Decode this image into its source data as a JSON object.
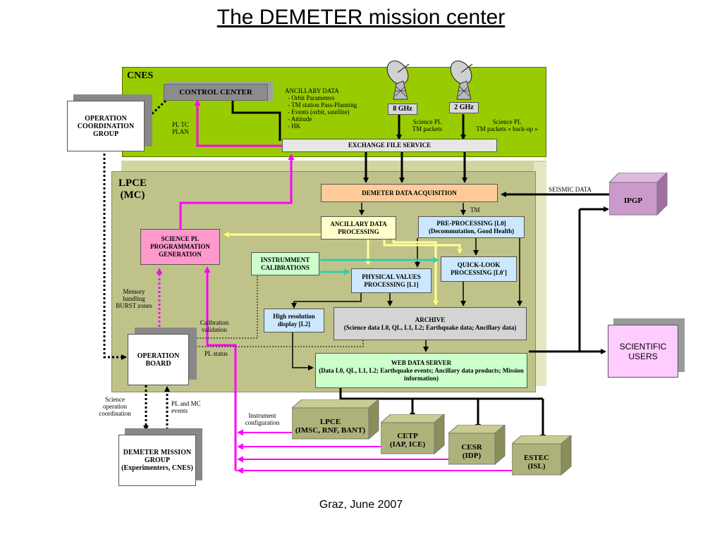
{
  "title": "The DEMETER mission center",
  "footer": "Graz, June 2007",
  "regions": {
    "cnes": "CNES",
    "lpce_line1": "LPCE",
    "lpce_line2": "(MC)"
  },
  "boxes": {
    "control_center": "CONTROL CENTER",
    "operation_coordination_group": "OPERATION COORDINATION GROUP",
    "exchange_file_service": "EXCHANGE FILE SERVICE",
    "demeter_data_acquisition": "DEMETER DATA ACQUISITION",
    "ancillary_data_processing": "ANCILLARY DATA PROCESSING",
    "pre_processing_line1": "PRE-PROCESSING [L0]",
    "pre_processing_line2": "(Decommutation, Good Health)",
    "science_pl_programmation": "SCIENCE PL PROGRAMMATION GENERATION",
    "instrumment_calibrations": "INSTRUMMENT CALIBRATIONS",
    "quick_look": "QUICK-LOOK PROCESSING [L0']",
    "physical_values": "PHYSICAL VALUES PROCESSING [L1]",
    "high_resolution_display": "High resolution display [L2]",
    "archive_line1": "ARCHIVE",
    "archive_line2": "(Science data L0, QL, L1, L2; Earthquake data; Ancillary data)",
    "operation_board": "OPERATION BOARD",
    "web_data_server_line1": "WEB DATA SERVER",
    "web_data_server_line2": "(Data L0, QL, L1, L2; Earthquake events; Ancillary data products; Mission information)",
    "demeter_mission_group_line1": "DEMETER MISSION GROUP",
    "demeter_mission_group_line2": "(Experimenters, CNES)",
    "ipgp": "IPGP",
    "scientific_users": "SCIENTIFIC USERS",
    "lpce_lab_line1": "LPCE",
    "lpce_lab_line2": "(IMSC, RNF, BANT)",
    "cetp_line1": "CETP",
    "cetp_line2": "(IAP, ICE)",
    "cesr_line1": "CESR",
    "cesr_line2": "(IDP)",
    "estec_line1": "ESTEC",
    "estec_line2": "(ISL)"
  },
  "antennas": {
    "freq_8": "8 GHz",
    "freq_2": "2 GHz"
  },
  "labels": {
    "ancillary_data": "ANCILLARY DATA",
    "ancillary_items": [
      "- Orbit Parameters",
      "- TM station Pass-Planning",
      "- Events (orbit, satellite)",
      "- Attitude",
      "- HK"
    ],
    "pl_tc_plan_line1": "PL TC",
    "pl_tc_plan_line2": "PLAN",
    "science_pl_tm_line1": "Science PL",
    "science_pl_tm_line2": "TM packets",
    "science_pl_backup_line1": "Science PL",
    "science_pl_backup_line2": "TM packets « back-up »",
    "seismic_data": "SEISMIC DATA",
    "tm": "TM",
    "memory_handling_line1": "Memory",
    "memory_handling_line2": "handling",
    "memory_handling_line3": "BURST zones",
    "calibration_validation_line1": "Calibration",
    "calibration_validation_line2": "validation",
    "pl_status": "PL status",
    "science_operation_line1": "Science",
    "science_operation_line2": "operation",
    "science_operation_line3": "coordination",
    "pl_mc_events_line1": "PL and MC",
    "pl_mc_events_line2": "events",
    "instrument_configuration_line1": "Instrument",
    "instrument_configuration_line2": "configuration"
  },
  "colors": {
    "cnes_green": "#99cc00",
    "lpce_olive": "#bfc38a",
    "acquisition_orange": "#ffcc99",
    "processing_blue": "#cce8ff",
    "science_pink": "#ff99cc",
    "calibration_green": "#ccffcc",
    "ancillary_yellow": "#ffffcc",
    "users_violet": "#ffccff",
    "magenta_arrow": "#ff00ff",
    "cyan_arrow": "#33ccaa",
    "yellow_arrow": "#ffff99"
  }
}
